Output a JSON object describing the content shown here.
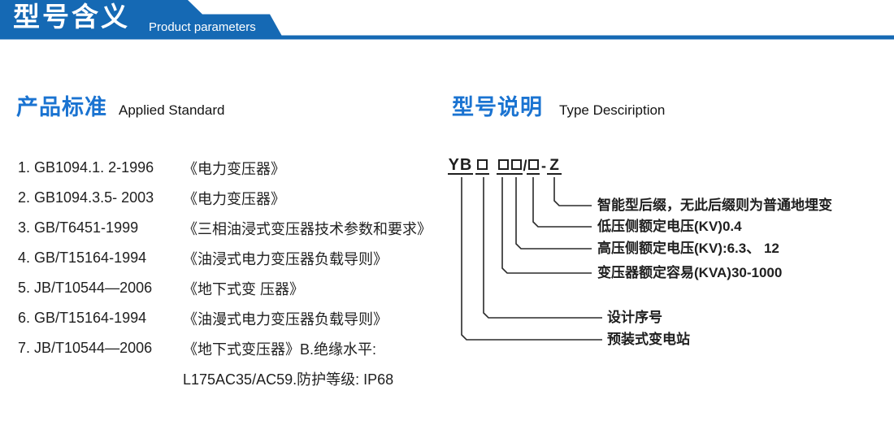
{
  "header": {
    "title": "型号含义",
    "subtitle": "Product parameters"
  },
  "left": {
    "title_cn": "产品标准",
    "title_en": "Applied Standard",
    "items": [
      {
        "code": "1. GB1094.1. 2-1996",
        "title": "《电力变压器》"
      },
      {
        "code": "2. GB1094.3.5- 2003",
        "title": "《电力变压器》"
      },
      {
        "code": "3. GB/T6451-1999",
        "title": "《三相油浸式变压器技术参数和要求》"
      },
      {
        "code": "4. GB/T15164-1994",
        "title": "《油浸式电力变压器负载导则》"
      },
      {
        "code": "5. JB/T10544—2006",
        "title": "《地下式变 压器》"
      },
      {
        "code": "6. GB/T15164-1994",
        "title": "《油漫式电力变压器负载导则》"
      },
      {
        "code": "7. JB/T10544—2006",
        "title": "《地下式变压器》B.绝缘水平:",
        "title2": "L175AC35/AC59.防护等级: IP68"
      }
    ]
  },
  "right": {
    "title_cn": "型号说明",
    "title_en": "Type Desciription",
    "model": {
      "prefix": "YB",
      "slash": "/",
      "hyphen": "-",
      "suffix": "Z",
      "placeholder_count": 4
    },
    "labels": [
      "智能型后缀，无此后缀则为普通地埋变",
      "低压侧额定电压(KV)0.4",
      "高压侧额定电压(KV):6.3、 12",
      "变压器额定容易(KVA)30-1000",
      "设计序号",
      "预装式变电站"
    ]
  },
  "colors": {
    "banner_blue": "#1569b4",
    "accent_blue": "#1a73d1",
    "text_dark": "#1f1f1f",
    "line_color": "#2a2a2a",
    "page_bg": "#ffffff"
  }
}
